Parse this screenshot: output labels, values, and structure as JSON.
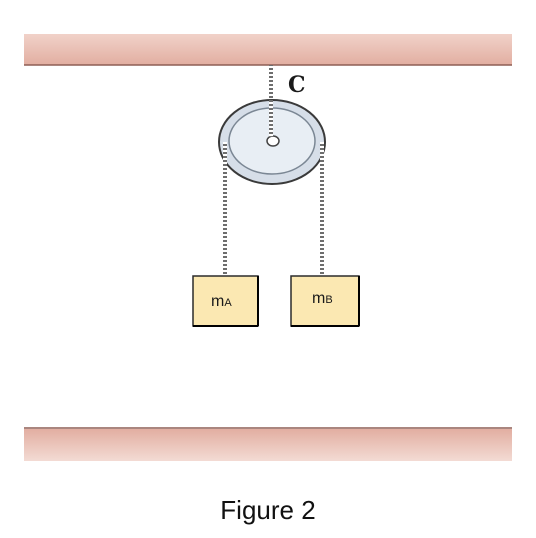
{
  "pulley": {
    "label": "C"
  },
  "masses": [
    {
      "main": "m",
      "sub": "A"
    },
    {
      "main": "m",
      "sub": "B"
    }
  ],
  "caption": "Figure 2",
  "colors": {
    "surface": "#e7b9ae",
    "surface_edge": "#9a6c62",
    "block_fill": "#fbe8b2",
    "block_edge": "#2b2b2b",
    "pulley_outer": "#d4dce6",
    "pulley_inner": "#e9eef4",
    "rope": "#777777"
  }
}
